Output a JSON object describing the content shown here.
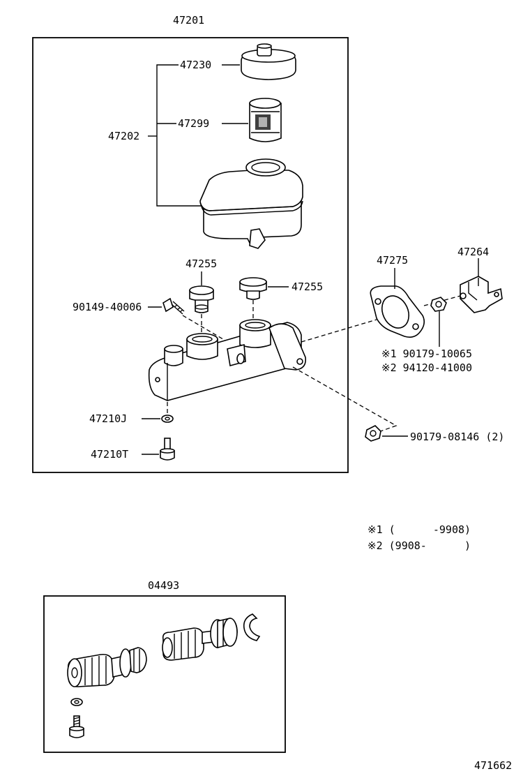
{
  "labels": {
    "assembly_top": "47201",
    "cap": "47230",
    "strainer": "47299",
    "reservoir": "47202",
    "grommet_left": "47255",
    "grommet_right": "47255",
    "screw": "90149-40006",
    "gasket_plug": "47210J",
    "plug": "47210T",
    "gasket": "47275",
    "bracket": "47264",
    "bolt_note1": "※1 90179-10065",
    "bolt_note2": "※2 94120-41000",
    "nut": "90179-08146 (2)",
    "kit": "04493",
    "figure_id": "471662"
  },
  "notes": {
    "note1": "※1 (      -9908)",
    "note2": "※2 (9908-      )"
  }
}
